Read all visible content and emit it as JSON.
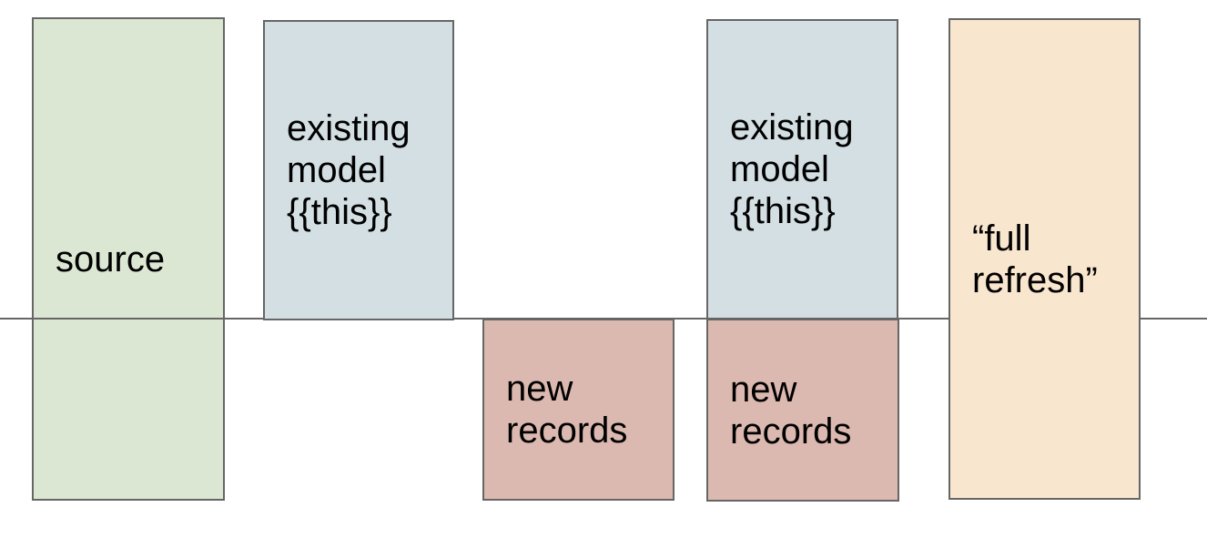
{
  "diagram": {
    "background_color": "#ffffff",
    "border_color": "#666666",
    "text_color": "#000000",
    "timeline": {
      "color": "#666666",
      "orientation": "horizontal"
    },
    "boxes": {
      "source": {
        "label": "source",
        "color": "#dbe7d2",
        "position": "above-and-below-line"
      },
      "existing_model_1": {
        "label": "existing\nmodel\n{{this}}",
        "color": "#d3dfe3",
        "position": "above-line"
      },
      "new_records_1": {
        "label": "new\nrecords",
        "color": "#dcb9b0",
        "position": "below-line"
      },
      "existing_model_2": {
        "label": "existing\nmodel\n{{this}}",
        "color": "#d3dfe3",
        "position": "above-line"
      },
      "new_records_2": {
        "label": "new\nrecords",
        "color": "#dcb9b0",
        "position": "below-line"
      },
      "full_refresh": {
        "label": "“full\nrefresh”",
        "color": "#f9e6ce",
        "position": "above-and-below-line"
      }
    }
  }
}
